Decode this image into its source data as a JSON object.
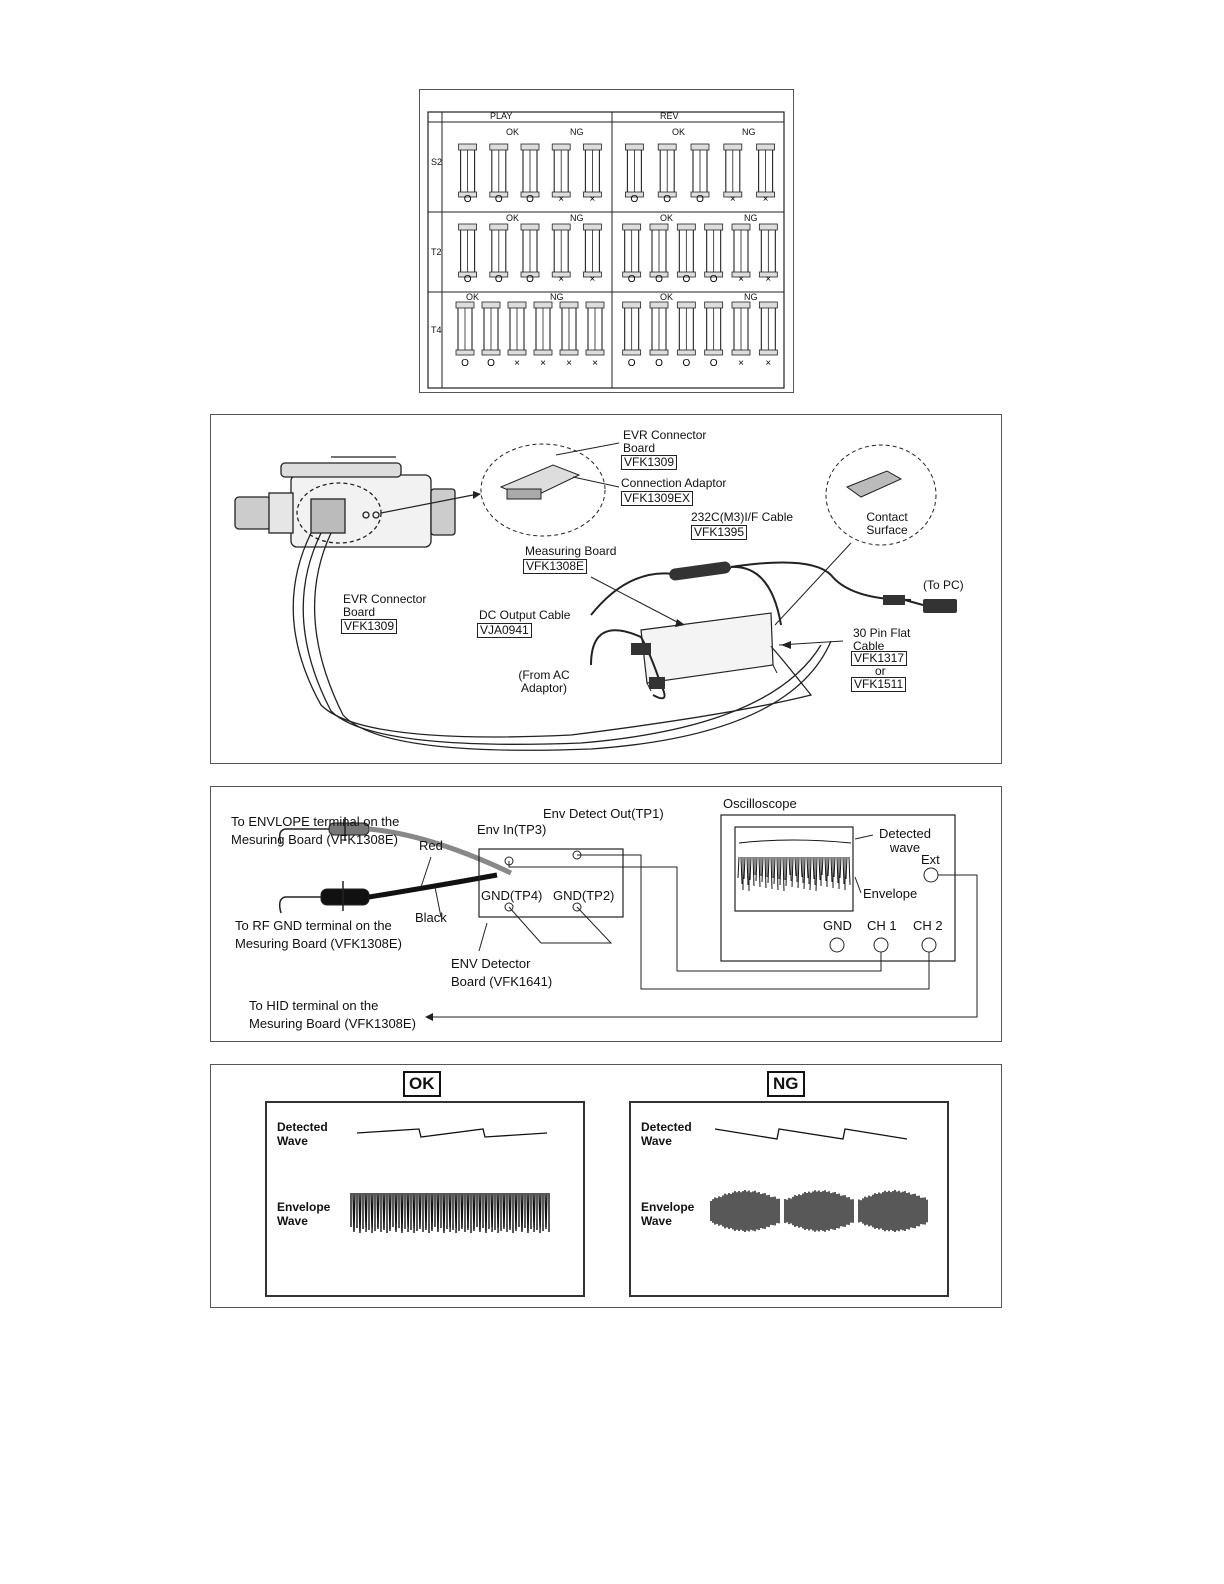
{
  "fig1": {
    "col_play": "PLAY",
    "col_rev": "REV",
    "ok": "OK",
    "ng": "NG",
    "rows": [
      {
        "label": "S2",
        "play": [
          "O",
          "O",
          "O",
          "×",
          "×"
        ],
        "rev": [
          "O",
          "O",
          "O",
          "×",
          "×"
        ]
      },
      {
        "label": "T2",
        "play": [
          "O",
          "O",
          "O",
          "×",
          "×"
        ],
        "rev": [
          "O",
          "O",
          "O",
          "O",
          "×",
          "×"
        ]
      },
      {
        "label": "T4",
        "play": [
          "O",
          "O",
          "×",
          "×",
          "×",
          "×"
        ],
        "rev": [
          "O",
          "O",
          "O",
          "O",
          "×",
          "×"
        ]
      }
    ]
  },
  "fig2": {
    "evr_connector_board": "EVR Connector Board",
    "vfk1309": "VFK1309",
    "connection_adaptor": "Connection Adaptor",
    "vfk1309ex": "VFK1309EX",
    "cable_232": "232C(M3)I/F Cable",
    "vfk1395": "VFK1395",
    "contact_surface": "Contact Surface",
    "measuring_board": "Measuring Board",
    "vfk1308e": "VFK1308E",
    "to_pc": "(To PC)",
    "evr_connector_board_2": "EVR Connector Board",
    "vfk1309_2": "VFK1309",
    "dc_output_cable": "DC Output Cable",
    "vja0941": "VJA0941",
    "thirty_pin": "30 Pin Flat Cable",
    "vfk1317": "VFK1317",
    "or": "or",
    "vfk1511": "VFK1511",
    "from_ac": "(From AC Adaptor)"
  },
  "fig3": {
    "to_envlope_1": "To ENVLOPE terminal on the",
    "to_envlope_2": "Mesuring Board (VFK1308E)",
    "red": "Red",
    "black": "Black",
    "to_rfgnd_1": "To RF GND terminal on the",
    "to_rfgnd_2": "Mesuring Board (VFK1308E)",
    "env_in": "Env In(TP3)",
    "env_detect_out": "Env Detect Out(TP1)",
    "gnd_tp4": "GND(TP4)",
    "gnd_tp2": "GND(TP2)",
    "env_detector_1": "ENV Detector",
    "env_detector_2": "Board (VFK1641)",
    "to_hid_1": "To HID terminal on the",
    "to_hid_2": "Mesuring Board (VFK1308E)",
    "oscilloscope": "Oscilloscope",
    "detected_wave": "Detected wave",
    "envelope": "Envelope",
    "ext": "Ext",
    "gnd": "GND",
    "ch1": "CH 1",
    "ch2": "CH 2"
  },
  "fig4": {
    "ok": "OK",
    "ng": "NG",
    "detected": "Detected",
    "wave": "Wave",
    "envelope": "Envelope",
    "wave2": "Wave"
  }
}
